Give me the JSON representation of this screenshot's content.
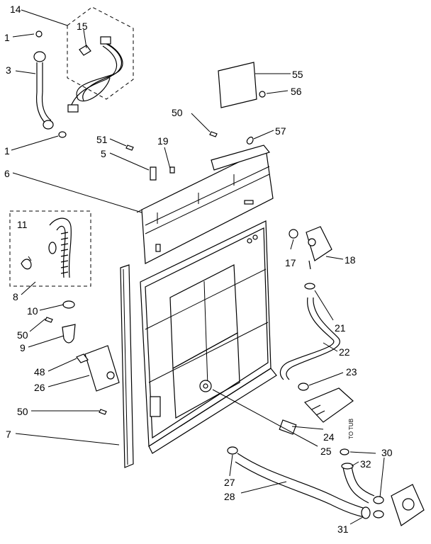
{
  "diagram": {
    "callouts": {
      "c1a": "1",
      "c1b": "1",
      "c3": "3",
      "c5": "5",
      "c6": "6",
      "c7": "7",
      "c8": "8",
      "c9": "9",
      "c10": "10",
      "c11": "11",
      "c14": "14",
      "c15": "15",
      "c17": "17",
      "c18": "18",
      "c19": "19",
      "c21": "21",
      "c22": "22",
      "c23": "23",
      "c24": "24",
      "c25": "25",
      "c26": "26",
      "c27": "27",
      "c28": "28",
      "c30": "30",
      "c31": "31",
      "c32": "32",
      "c48": "48",
      "c50a": "50",
      "c50b": "50",
      "c50c": "50",
      "c51": "51",
      "c55": "55",
      "c56": "56",
      "c57": "57"
    },
    "annotation": "TO TUB"
  }
}
